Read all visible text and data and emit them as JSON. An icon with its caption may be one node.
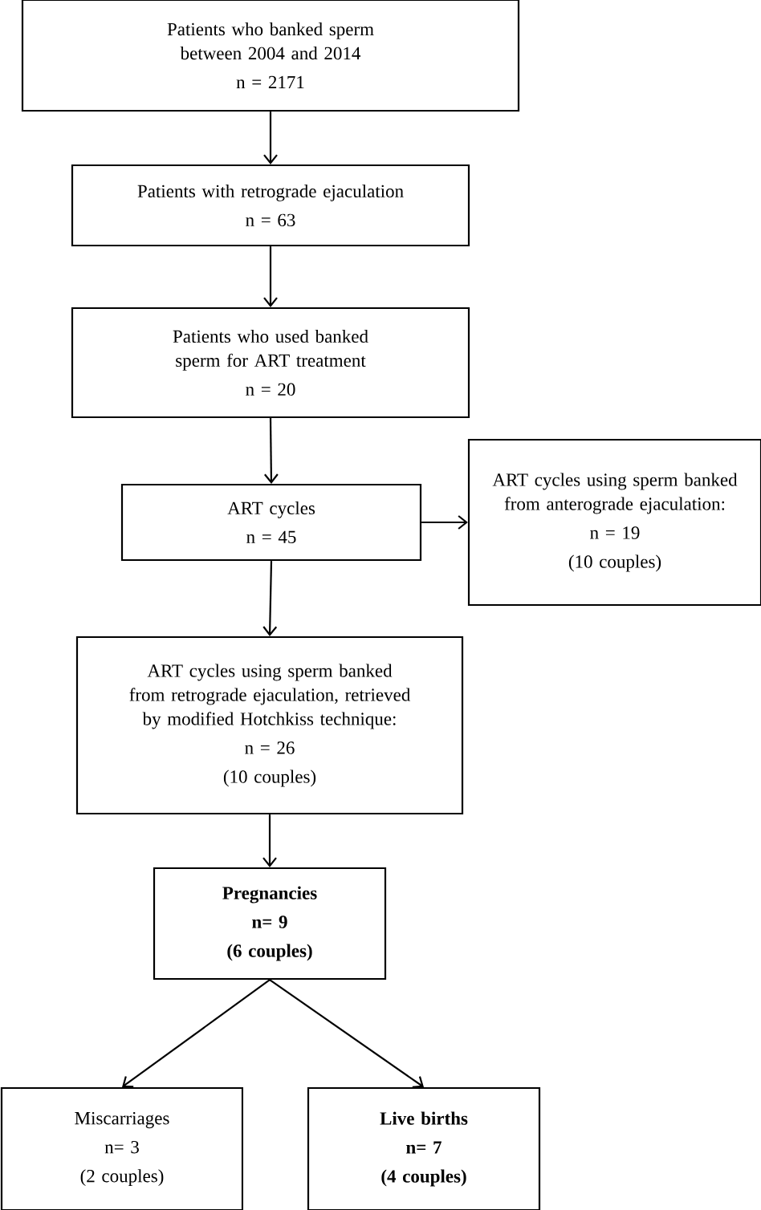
{
  "diagram": {
    "nodes": [
      {
        "text": [
          "Patients who banked sperm between 2004 and 2014",
          "n = 2171"
        ]
      },
      {
        "text": [
          "Patients with retrograde ejaculation",
          "n = 63"
        ]
      },
      {
        "text": [
          "Patients who used banked sperm for ART treatment",
          "n = 20"
        ]
      },
      {
        "text": [
          "ART cycles",
          "n = 45"
        ]
      },
      {
        "text": [
          "ART cycles using sperm banked from anterograde ejaculation:",
          "n = 19",
          "(10 couples)"
        ]
      },
      {
        "text": [
          "ART cycles using sperm banked from retrograde ejaculation, retrieved by modified Hotchkiss technique:",
          "n = 26",
          "(10 couples)"
        ]
      },
      {
        "text": [
          "Pregnancies",
          "n= 9",
          "(6 couples)"
        ]
      },
      {
        "text": [
          "Miscarriages",
          "n= 3",
          "(2 couples)"
        ]
      },
      {
        "text": [
          "Live births",
          "n= 7",
          "(4 couples)"
        ]
      }
    ],
    "edges": [
      {
        "from": 0,
        "to": 1,
        "arrow": "to"
      },
      {
        "from": 1,
        "to": 2,
        "arrow": "to"
      },
      {
        "from": 2,
        "to": 3,
        "arrow": "to"
      },
      {
        "from": 3,
        "to": 4,
        "arrow": "to"
      },
      {
        "from": 3,
        "to": 5,
        "arrow": "to"
      },
      {
        "from": 5,
        "to": 6,
        "arrow": "to"
      },
      {
        "from": 6,
        "to": 7,
        "arrow": "to"
      },
      {
        "from": 6,
        "to": 8,
        "arrow": "to"
      }
    ]
  }
}
